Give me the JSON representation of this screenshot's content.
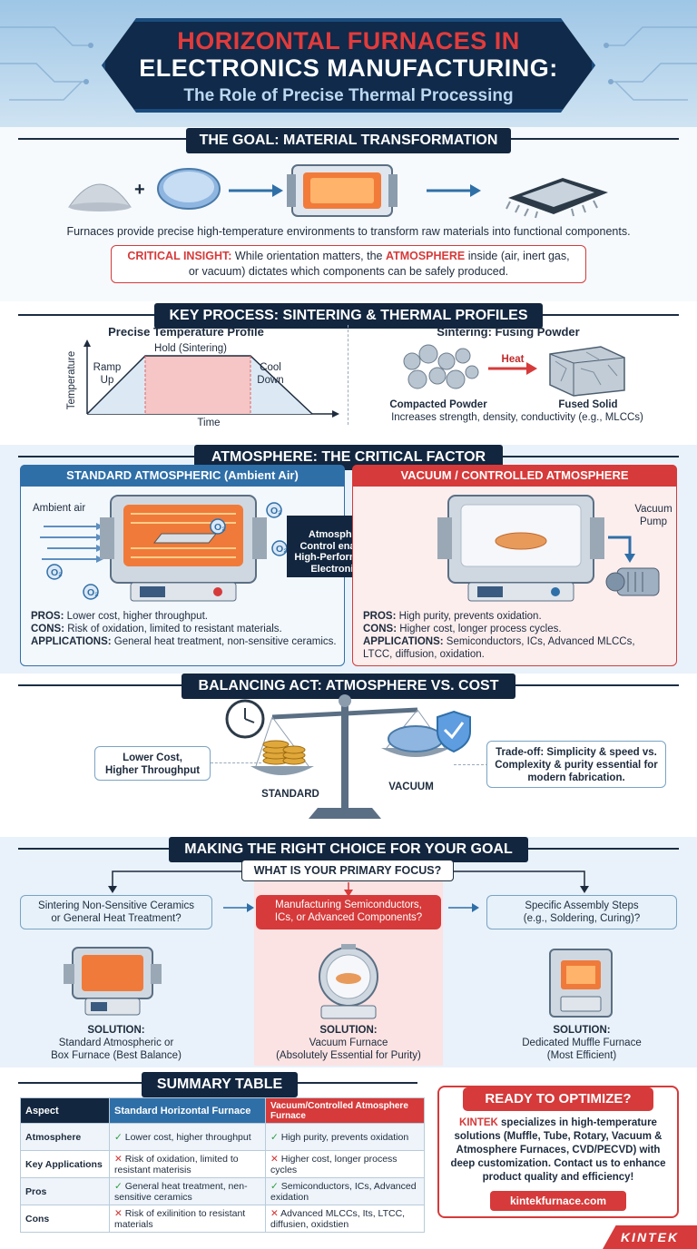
{
  "header": {
    "title_red": "HORIZONTAL FURNACES IN",
    "title_white": "ELECTRONICS MANUFACTURING:",
    "subtitle": "The Role of Precise Thermal Processing"
  },
  "goal": {
    "title": "THE GOAL: MATERIAL TRANSFORMATION",
    "plus": "+",
    "description": "Furnaces provide precise high-temperature environments to transform raw materials into functional components.",
    "insight_label": "CRITICAL INSIGHT:",
    "insight_text_1": " While orientation matters, the ",
    "insight_highlight": "ATMOSPHERE",
    "insight_text_2": " inside (air, inert gas,",
    "insight_text_3": "or vacuum) dictates which components can be safely produced."
  },
  "sintering": {
    "title": "KEY PROCESS: SINTERING & THERMAL PROFILES",
    "profile_title": "Precise Temperature Profile",
    "hold_label": "Hold (Sintering)",
    "ramp_label_1": "Ramp",
    "ramp_label_2": "Up",
    "cool_label_1": "Cool",
    "cool_label_2": "Down",
    "y_axis": "Temperature",
    "x_axis": "Time",
    "fusing_title": "Sintering: Fusing Powder",
    "heat_label": "Heat",
    "powder_label": "Compacted Powder",
    "solid_label": "Fused Solid",
    "benefit": "Increases strength, density, conductivity (e.g., MLCCs)"
  },
  "atmosphere": {
    "title": "ATMOSPHERE: THE CRITICAL FACTOR",
    "standard_title": "STANDARD ATMOSPHERIC (Ambient Air)",
    "ambient_label": "Ambient air",
    "o2": "O₂",
    "center_arrow_1": "Atmosphere",
    "center_arrow_2": "Control enables",
    "center_arrow_3": "High-Performance",
    "center_arrow_4": "Electronics",
    "vacuum_title": "VACUUM / CONTROLLED ATMOSPHERE",
    "pump_label_1": "Vacuum",
    "pump_label_2": "Pump",
    "std_pros_label": "PROS:",
    "std_pros": " Lower cost, higher throughput.",
    "std_cons_label": "CONS:",
    "std_cons": " Risk of oxidation, limited to resistant materials.",
    "std_app_label": "APPLICATIONS:",
    "std_app": " General heat treatment, non-sensitive ceramics.",
    "vac_pros_label": "PROS:",
    "vac_pros": " High purity, prevents oxidation.",
    "vac_cons_label": "CONS:",
    "vac_cons": " Higher cost, longer process cycles.",
    "vac_app_label": "APPLICATIONS:",
    "vac_app_1": " Semiconductors, ICs, Advanced MLCCs,",
    "vac_app_2": "LTCC, diffusion, oxidation."
  },
  "balance": {
    "title": "BALANCING ACT: ATMOSPHERE VS. COST",
    "left_box_1": "Lower Cost,",
    "left_box_2": "Higher Throughput",
    "standard_label": "STANDARD",
    "vacuum_label": "VACUUM",
    "right_box_1": "Trade-off: Simplicity & speed vs.",
    "right_box_2": "Complexity & purity essential for",
    "right_box_3": "modern fabrication."
  },
  "choice": {
    "title": "MAKING THE RIGHT CHOICE FOR YOUR GOAL",
    "question": "WHAT IS YOUR PRIMARY FOCUS?",
    "opt1_1": "Sintering Non-Sensitive Ceramics",
    "opt1_2": "or General Heat Treatment?",
    "opt2_1": "Manufacturing Semiconductors,",
    "opt2_2": "ICs, or Advanced Components?",
    "opt3_1": "Specific Assembly Steps",
    "opt3_2": "(e.g., Soldering, Curing)?",
    "solution_label": "SOLUTION:",
    "sol1_1": "Standard Atmospheric or",
    "sol1_2": "Box Furnace (Best Balance)",
    "sol2_1": "Vacuum Furnace",
    "sol2_2": "(Absolutely Essential for Purity)",
    "sol3_1": "Dedicated Muffle Furnace",
    "sol3_2": "(Most Efficient)"
  },
  "summary": {
    "title": "SUMMARY TABLE",
    "headers": [
      "Aspect",
      "Standard Horizontal Furnace",
      "Vacuum/Controlled Atmosphere Furnace"
    ],
    "rows": [
      {
        "aspect": "Atmosphere",
        "std": "Lower cost, higher throughput",
        "std_mark": "✓",
        "vac": "High purity, prevents oxidation",
        "vac_mark": "✓"
      },
      {
        "aspect": "Key Applications",
        "std": "Risk of oxidation, limited to resistant materisis",
        "std_mark": "✕",
        "vac": "Higher cost, longer process cycles",
        "vac_mark": "✕"
      },
      {
        "aspect": "Pros",
        "std": "General heat treatment, nen-sensitive ceramics",
        "std_mark": "✓",
        "vac": "Semiconductors, ICs, Advanced exidation",
        "vac_mark": "✓"
      },
      {
        "aspect": "Cons",
        "std": "Risk of exilinition to resistant materials",
        "std_mark": "✕",
        "vac": "Advanced MLCCs, Its, LTCC, diffusien, oxidstien",
        "vac_mark": "✕"
      }
    ]
  },
  "cta": {
    "title": "READY TO OPTIMIZE?",
    "brand": "KINTEK",
    "text_1": " specializes in high-temperature",
    "text_2": "solutions (Muffle, Tube, Rotary, Vacuum &",
    "text_3": "Atmosphere Furnaces, CVD/PECVD) with",
    "text_4": "deep customization. Contact us to enhance",
    "text_5": "product quality and efficiency!",
    "url": "kintekfurnace.com",
    "logo": "KINTEK"
  },
  "colors": {
    "navy": "#12263f",
    "red": "#d63a3a",
    "blue": "#2f6fa8",
    "light": "#e6f1fa"
  }
}
